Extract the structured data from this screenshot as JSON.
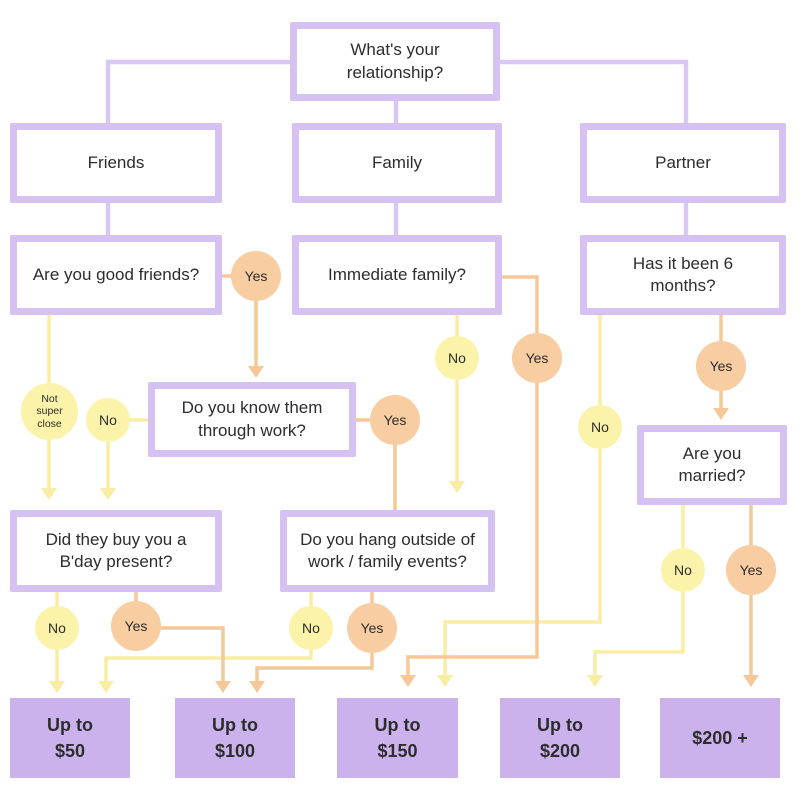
{
  "colors": {
    "purple_border": "#d5c2f2",
    "purple_line": "#d9c8f4",
    "purple_fill": "#cbb2ec",
    "yellow": "#fcf3aa",
    "orange": "#f8cda2",
    "yellow_line": "#f9eda4",
    "orange_line": "#f6c897",
    "text": "#2d2d2d"
  },
  "nodes": {
    "root": {
      "label": "What's your relationship?"
    },
    "friends": {
      "label": "Friends"
    },
    "family": {
      "label": "Family"
    },
    "partner": {
      "label": "Partner"
    },
    "good_friends": {
      "label": "Are you good friends?"
    },
    "immediate_family": {
      "label": "Immediate family?"
    },
    "six_months": {
      "label": "Has it been 6 months?"
    },
    "know_work": {
      "label": "Do you know them through work?"
    },
    "bday": {
      "label": "Did they buy you a B'day present?"
    },
    "hang_outside": {
      "label": "Do you hang outside of work / family events?"
    },
    "married": {
      "label": "Are you married?"
    }
  },
  "circles": {
    "gf_yes": {
      "label": "Yes"
    },
    "not_close": {
      "label": "Not super close"
    },
    "work_no": {
      "label": "No"
    },
    "work_yes": {
      "label": "Yes"
    },
    "imm_no": {
      "label": "No"
    },
    "imm_yes": {
      "label": "Yes"
    },
    "m6_no": {
      "label": "No"
    },
    "m6_yes": {
      "label": "Yes"
    },
    "mar_no": {
      "label": "No"
    },
    "mar_yes": {
      "label": "Yes"
    },
    "bday_no": {
      "label": "No"
    },
    "bday_yes": {
      "label": "Yes"
    },
    "hang_no": {
      "label": "No"
    },
    "hang_yes": {
      "label": "Yes"
    }
  },
  "results": {
    "r50": {
      "lines": [
        "Up to",
        "$50"
      ]
    },
    "r100": {
      "lines": [
        "Up to",
        "$100"
      ]
    },
    "r150": {
      "lines": [
        "Up to",
        "$150"
      ]
    },
    "r200": {
      "lines": [
        "Up to",
        "$200"
      ]
    },
    "r200plus": {
      "lines": [
        "$200 +"
      ]
    }
  }
}
